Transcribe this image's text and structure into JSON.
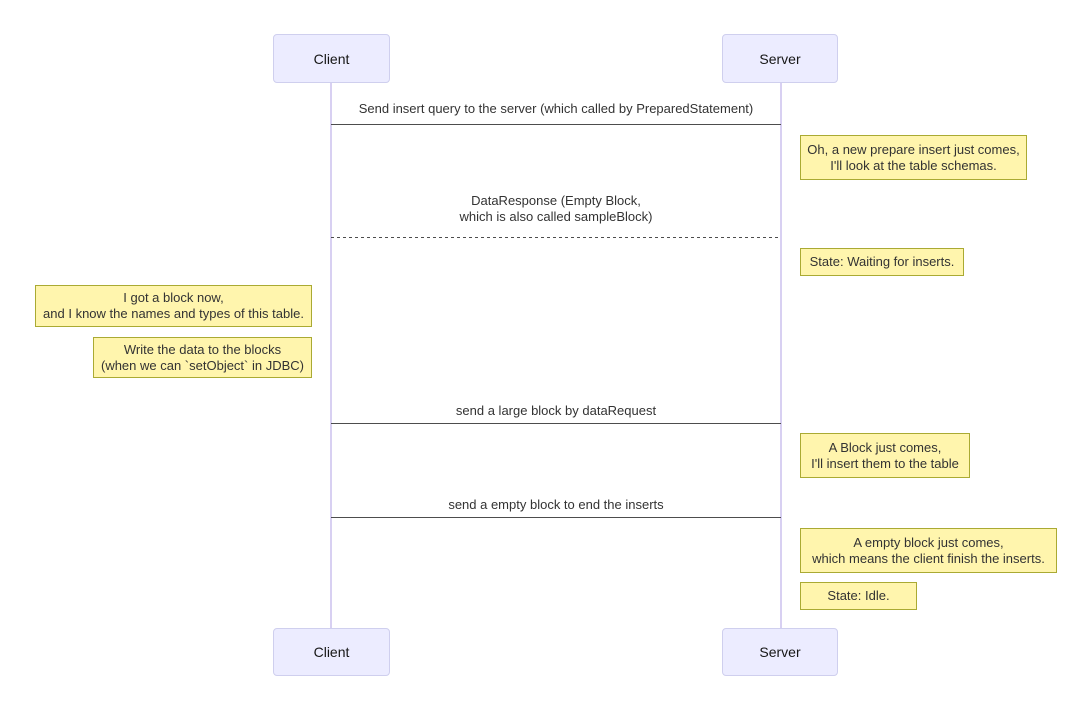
{
  "diagram": {
    "type": "sequence",
    "actors": {
      "client": "Client",
      "server": "Server"
    },
    "messages": [
      {
        "from": "client",
        "to": "server",
        "style": "solid",
        "lines": [
          "Send insert query to the server (which called by PreparedStatement)"
        ]
      },
      {
        "from": "server",
        "to": "client",
        "style": "dashed",
        "lines": [
          "DataResponse (Empty Block,",
          "which is also called sampleBlock)"
        ]
      },
      {
        "from": "client",
        "to": "server",
        "style": "solid",
        "lines": [
          "send a large block by dataRequest"
        ]
      },
      {
        "from": "client",
        "to": "server",
        "style": "solid",
        "lines": [
          "send a empty block to end the inserts"
        ]
      }
    ],
    "notes": [
      {
        "position": "right-of-server",
        "lines": [
          "Oh, a new prepare insert just comes,",
          "I'll look at the table schemas."
        ]
      },
      {
        "position": "right-of-server",
        "lines": [
          "State: Waiting for inserts."
        ]
      },
      {
        "position": "left-of-client",
        "lines": [
          "I got a block now,",
          "and I know the names and types of this table."
        ]
      },
      {
        "position": "left-of-client",
        "lines": [
          "Write the data to the blocks",
          "(when we can `setObject` in JDBC)"
        ]
      },
      {
        "position": "right-of-server",
        "lines": [
          "A Block just comes,",
          "I'll insert them to the table"
        ]
      },
      {
        "position": "right-of-server",
        "lines": [
          "A empty block just comes,",
          "which means the client finish the inserts."
        ]
      },
      {
        "position": "right-of-server",
        "lines": [
          "State: Idle."
        ]
      }
    ]
  },
  "colors": {
    "background": "#FFFFFF",
    "text": "#333333",
    "actor_fill": "#ECECFF",
    "actor_border": "#CFCFEE",
    "lifeline": "#D8D0F2",
    "message_line": "#4D4D4D",
    "note_fill": "#FFF5AD",
    "note_border": "#AAAA33"
  }
}
